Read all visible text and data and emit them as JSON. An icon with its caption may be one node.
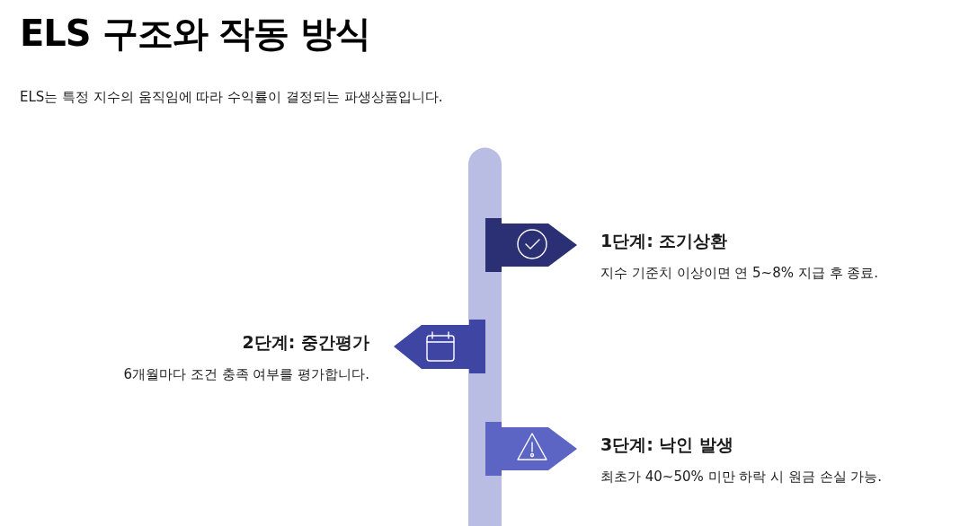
{
  "diagram": {
    "title": "ELS 구조와 작동 방식",
    "nodes": [
      {
        "text": [],
        "shape": "bar"
      },
      {
        "text": [
          "1단계: 조기상환",
          "지수 기준치 이상이면 연 5~8% 지급 후 종료."
        ]
      },
      {
        "text": [
          "2단계: 중간평가",
          "6개월마다 조건 충족 여부를 평가합니다."
        ]
      },
      {
        "text": [
          "3단계: 낙인 발생",
          "최초가 40~50% 미만 하락 시 원금 손실 가능."
        ]
      }
    ],
    "labels": [
      "ELS는 특정 지수의 움직임에 따라 수익률이 결정되는 파생상품입니다."
    ]
  }
}
